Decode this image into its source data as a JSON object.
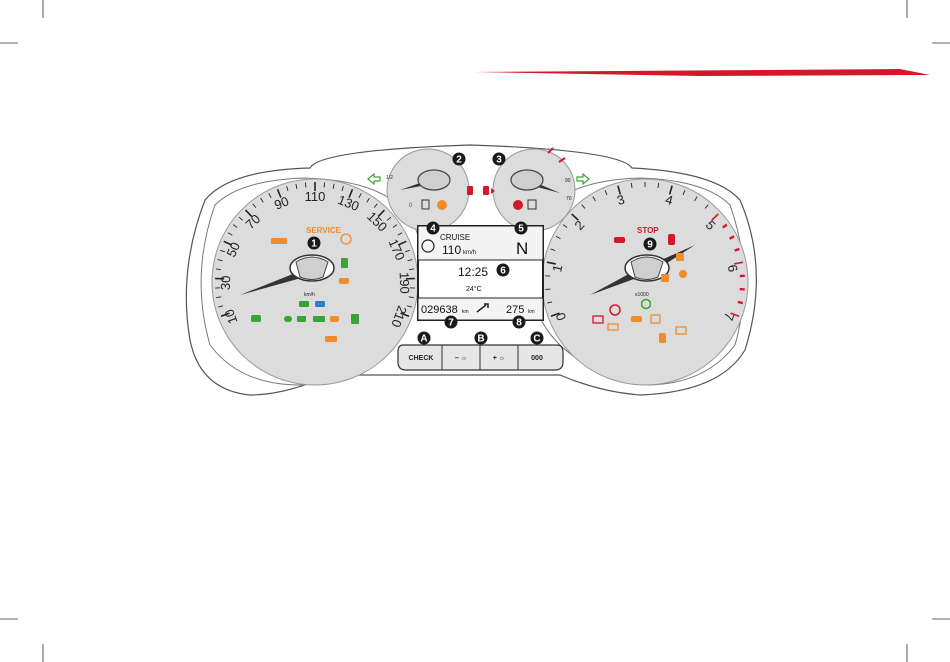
{
  "speedometer": {
    "numbers": [
      "10",
      "30",
      "50",
      "70",
      "90",
      "110",
      "130",
      "150",
      "170",
      "190",
      "210"
    ],
    "unit": "km/h",
    "service_label": "SERVICE",
    "callout": "1"
  },
  "tachometer": {
    "numbers": [
      "0",
      "1",
      "2",
      "3",
      "4",
      "5",
      "6",
      "7"
    ],
    "unit": "x1000",
    "stop_label": "STOP",
    "callout": "9"
  },
  "fuel_gauge": {
    "callout": "2",
    "ticks": [
      "1/2",
      "0"
    ]
  },
  "temp_gauge": {
    "callout": "3",
    "ticks": [
      "90",
      "70"
    ]
  },
  "display": {
    "cruise_label": "CRUISE",
    "cruise_value": "110",
    "cruise_unit": "km/h",
    "gear": "N",
    "time": "12:25",
    "temperature": "24°C",
    "odometer": "029638",
    "odometer_unit": "km",
    "range": "275",
    "range_unit": "km",
    "callouts": {
      "cruise": "4",
      "gear": "5",
      "time": "6",
      "odometer": "7",
      "range": "8"
    }
  },
  "buttons": [
    {
      "label": "CHECK",
      "callout": "A"
    },
    {
      "label": "– ☼",
      "callout": "B"
    },
    {
      "label": "+ ☼",
      "callout": "C"
    },
    {
      "label": "000",
      "callout": ""
    }
  ],
  "colors": {
    "accent_red": "#d3182a",
    "warning_orange": "#f28c28",
    "indicator_green": "#3aa335",
    "indicator_blue": "#2f7fd1",
    "callout_bg": "#1a1a1a"
  }
}
